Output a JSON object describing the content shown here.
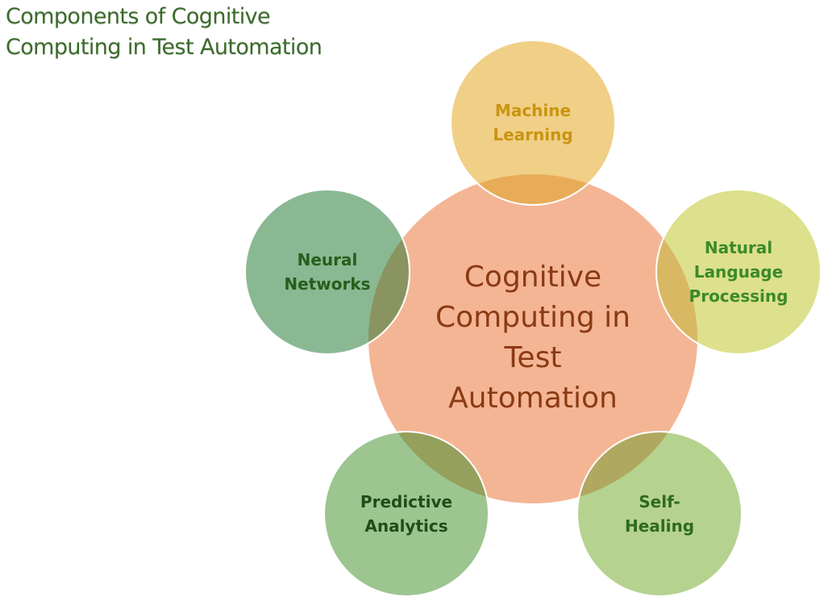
{
  "title_line1": "Components of Cognitive",
  "title_line2": "Computing in Test Automation",
  "center": {
    "lines": [
      "Cognitive",
      "Computing in",
      "Test",
      "Automation"
    ],
    "fill": "#f4b595",
    "text_color": "#8b3a12"
  },
  "components": [
    {
      "id": "machine-learning",
      "lines": [
        "Machine",
        "Learning"
      ],
      "fill": "#f0cf86",
      "overlap": "#e8ac58",
      "text_color": "#c99410"
    },
    {
      "id": "natural-language-processing",
      "lines": [
        "Natural",
        "Language",
        "Processing"
      ],
      "fill": "#dde08c",
      "overlap": "#d8b863",
      "text_color": "#3b8a2a"
    },
    {
      "id": "self-healing",
      "lines": [
        "Self-",
        "Healing"
      ],
      "fill": "#b6d28f",
      "overlap": "#b0a860",
      "text_color": "#2e6a22"
    },
    {
      "id": "predictive-analytics",
      "lines": [
        "Predictive",
        "Analytics"
      ],
      "fill": "#9cc590",
      "overlap": "#94a05c",
      "text_color": "#1f4d1a"
    },
    {
      "id": "neural-networks",
      "lines": [
        "Neural",
        "Networks"
      ],
      "fill": "#8ab893",
      "overlap": "#8a9460",
      "text_color": "#265e1c"
    }
  ]
}
